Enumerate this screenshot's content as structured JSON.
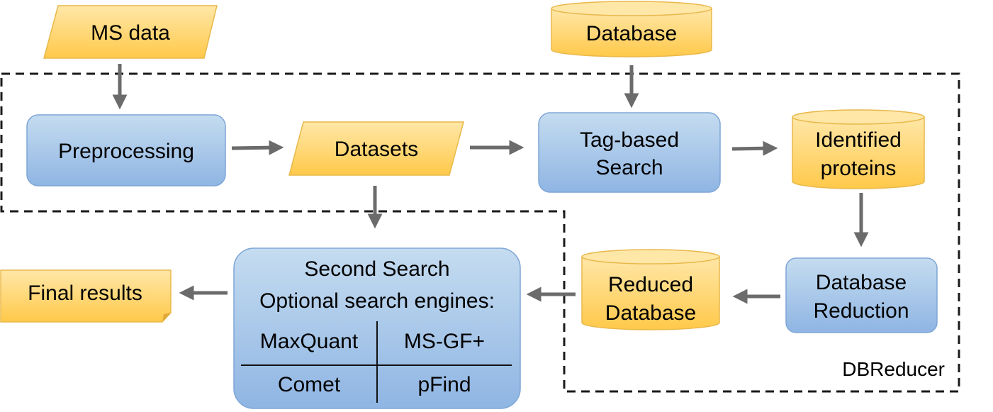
{
  "nodes": {
    "ms_data": "MS data",
    "database": "Database",
    "preprocessing": "Preprocessing",
    "datasets": "Datasets",
    "tag_search": [
      "Tag-based",
      "Search"
    ],
    "identified_proteins": [
      "Identified",
      "proteins"
    ],
    "database_reduction": [
      "Database",
      "Reduction"
    ],
    "reduced_database": [
      "Reduced",
      "Database"
    ],
    "final_results": "Final results"
  },
  "second_search": {
    "title": "Second Search",
    "subtitle": "Optional search engines:",
    "engines": [
      "MaxQuant",
      "MS-GF+",
      "Comet",
      "pFind"
    ]
  },
  "group_label": "DBReducer",
  "colors": {
    "blue_top": "#bdd7ee",
    "blue_bottom": "#8db4e2",
    "blue_stroke": "#7ea6d6",
    "yellow_top": "#ffe29a",
    "yellow_bottom": "#ffc94d",
    "yellow_stroke": "#e8b84a",
    "arrow": "#6b6b6b",
    "dash": "#1a1a1a"
  }
}
